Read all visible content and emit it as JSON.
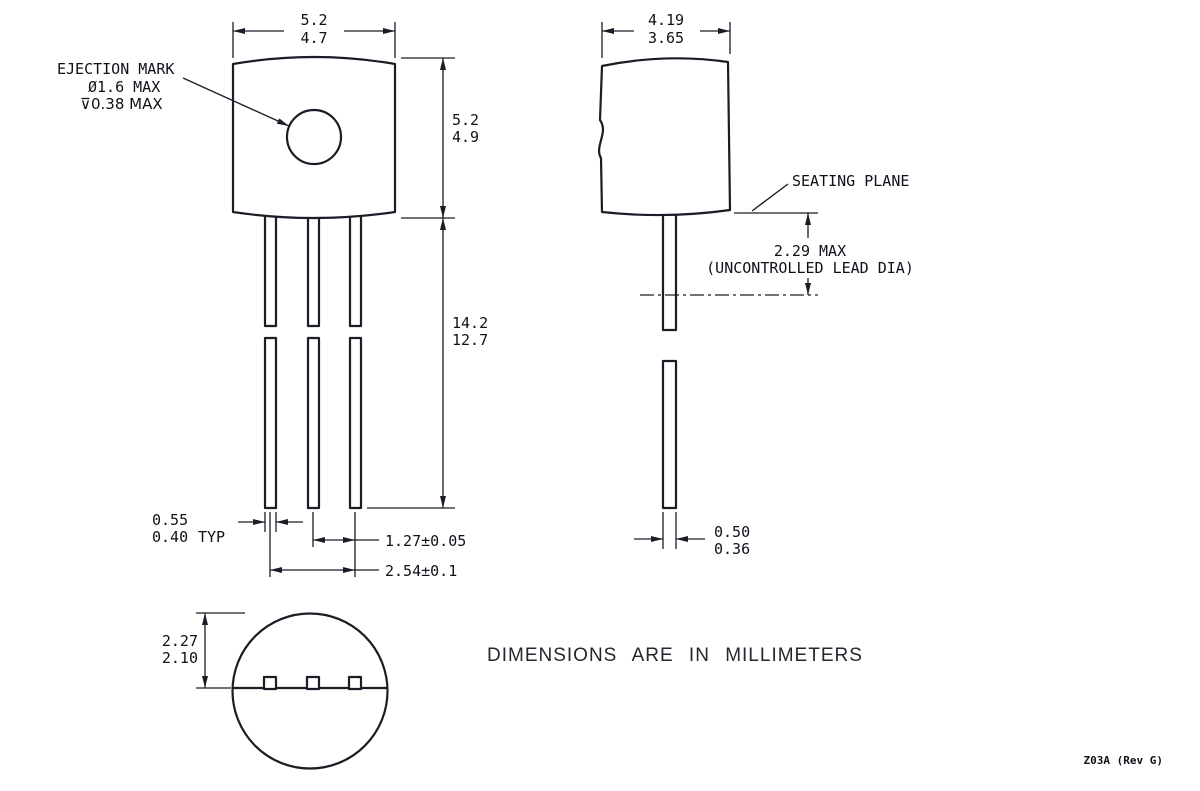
{
  "drawing": {
    "front_view": {
      "ejection_mark_label": "EJECTION MARK",
      "ejection_mark_diameter": "Ø1.6 MAX",
      "ejection_mark_depth": "⊽0.38 MAX",
      "body_width": {
        "max": "5.2",
        "min": "4.7"
      },
      "body_height": {
        "max": "5.2",
        "min": "4.9"
      },
      "lead_length": {
        "max": "14.2",
        "min": "12.7"
      },
      "lead_width": {
        "max": "0.55",
        "min": "0.40",
        "qualifier": "TYP"
      },
      "lead_pitch": "1.27±0.05",
      "lead_span": "2.54±0.1"
    },
    "side_view": {
      "body_depth": {
        "max": "4.19",
        "min": "3.65"
      },
      "seating_plane_label": "SEATING PLANE",
      "lead_dia_max": "2.29 MAX",
      "lead_dia_note": "(UNCONTROLLED LEAD DIA)",
      "lead_thickness": {
        "max": "0.50",
        "min": "0.36"
      }
    },
    "bottom_view": {
      "flat_offset": {
        "max": "2.27",
        "min": "2.10"
      }
    },
    "units_note": "DIMENSIONS ARE IN MILLIMETERS",
    "doc_ref": "Z03A (Rev G)"
  }
}
